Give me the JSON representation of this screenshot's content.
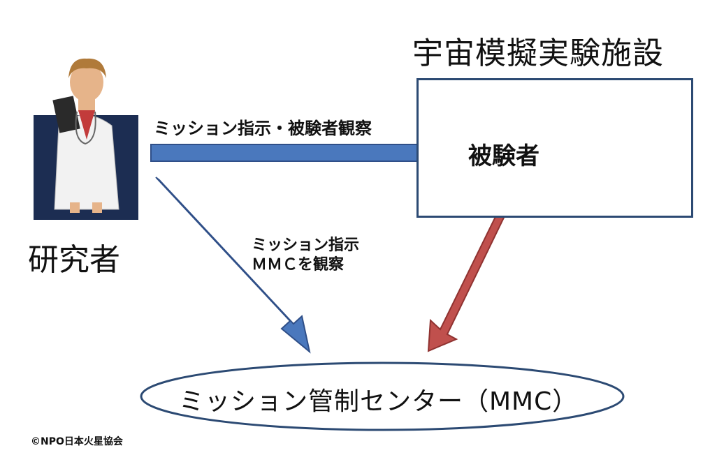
{
  "facility": {
    "title": "宇宙模擬実験施設",
    "subject_label": "被験者"
  },
  "researcher": {
    "label": "研究者"
  },
  "arrows": {
    "researcher_to_subject": "ミッション指示・被験者観察",
    "researcher_to_mmc_line1": "ミッション指示",
    "researcher_to_mmc_line2": "ＭＭＣを観察"
  },
  "mmc": {
    "label": "ミッション管制センター（MMC）"
  },
  "copyright": "©NPO日本火星協会",
  "colors": {
    "blue_arrow": "#4a78bd",
    "red_arrow": "#c0504d",
    "box_border": "#2c4a73",
    "ellipse_border": "#2c4a73"
  }
}
